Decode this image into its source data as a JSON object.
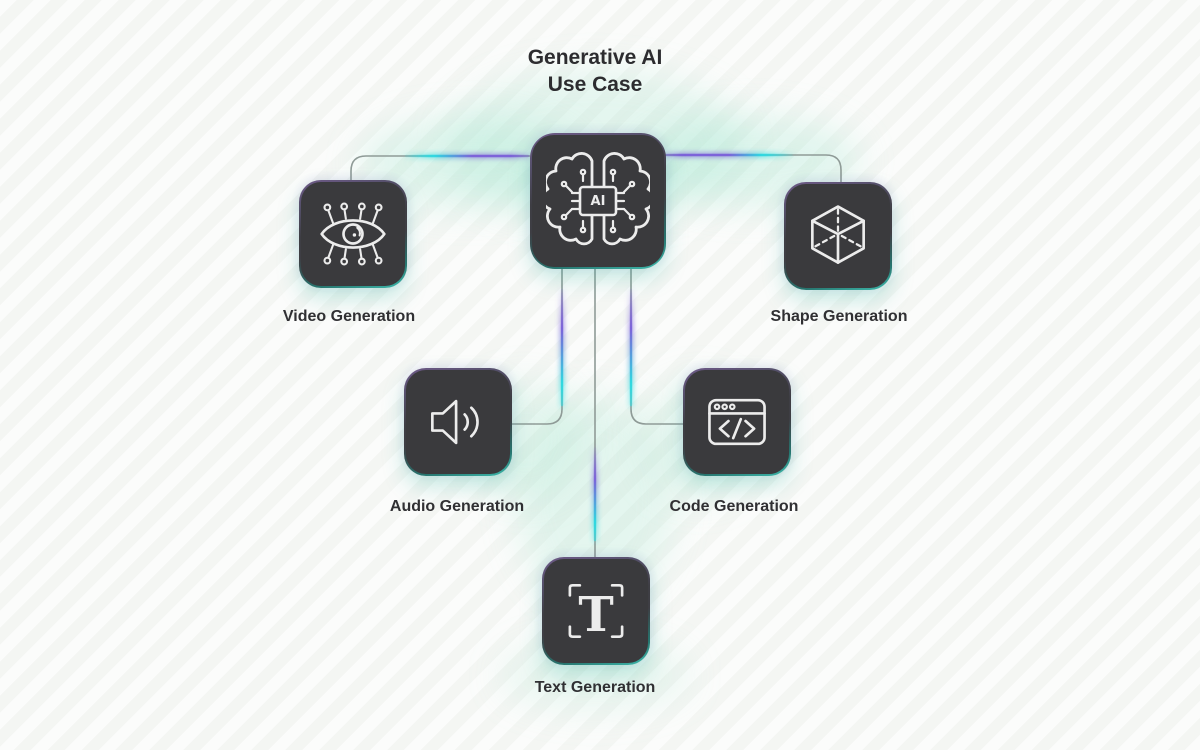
{
  "title": {
    "line1": "Generative AI",
    "line2": "Use Case"
  },
  "center_node": {
    "name": "Generative AI core",
    "icon": "ai-brain-chip-icon",
    "chip_label": "AI"
  },
  "nodes": [
    {
      "id": "video",
      "label": "Video Generation",
      "icon": "circuit-eye-icon"
    },
    {
      "id": "shape",
      "label": "Shape Generation",
      "icon": "wireframe-cube-icon"
    },
    {
      "id": "audio",
      "label": "Audio Generation",
      "icon": "speaker-icon"
    },
    {
      "id": "code",
      "label": "Code Generation",
      "icon": "code-window-icon",
      "glyph": "</>"
    },
    {
      "id": "text",
      "label": "Text Generation",
      "icon": "text-frame-icon",
      "glyph": "T"
    }
  ],
  "colors": {
    "background": "#f7f8f6",
    "node_fill": "#3a3a3d",
    "icon_stroke": "#ececec",
    "line": "#8f9b97",
    "glow_purple": "#7d63d9",
    "glow_cyan": "#2fd9e0",
    "border_purple": "#6e5a88",
    "border_teal": "#3fbdb0",
    "label_text": "#303033"
  }
}
